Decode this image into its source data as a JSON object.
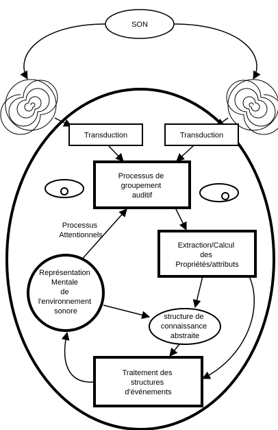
{
  "nodes": {
    "son": [
      "SON"
    ],
    "transduction_left": [
      "Transduction"
    ],
    "transduction_right": [
      "Transduction"
    ],
    "grouping": [
      "Processus de",
      "groupement",
      "auditif"
    ],
    "extraction": [
      "Extraction/Calcul",
      "des",
      "Propriétés/attributs"
    ],
    "representation": [
      "Représentation",
      "Mentale",
      "de",
      "l'environnement",
      "sonore"
    ],
    "structure": [
      "structure de",
      "connaissance",
      "abstraite"
    ],
    "traitement": [
      "Traitement des",
      "structures",
      "d'événements"
    ]
  },
  "labels": {
    "attention": [
      "Processus",
      "Attentionnels"
    ]
  },
  "icons": [
    "ear-left-icon",
    "ear-right-icon",
    "eye-left-icon",
    "eye-right-icon"
  ],
  "colors": {
    "stroke": "#000000",
    "fill": "#ffffff"
  }
}
